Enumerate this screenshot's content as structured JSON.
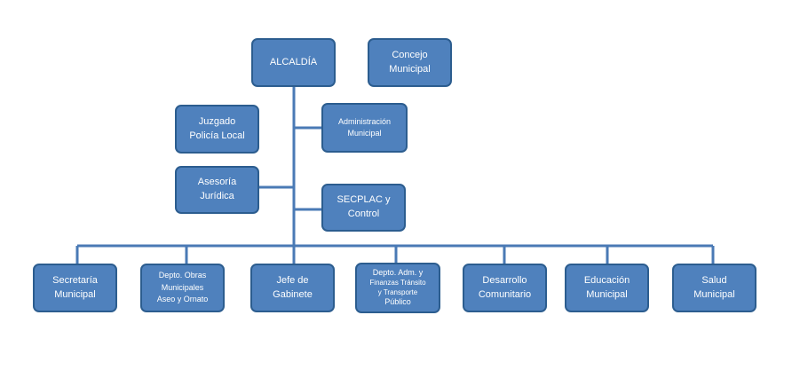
{
  "colors": {
    "box_fill": "#4f81bd",
    "box_border": "#2c5d8f",
    "connector": "#4a7ab5",
    "text": "#ffffff"
  },
  "nodes": {
    "alcaldia": {
      "lines": [
        "ALCALDÍA"
      ]
    },
    "concejo": {
      "lines": [
        "Concejo",
        "Municipal"
      ]
    },
    "juzgado": {
      "lines": [
        "Juzgado",
        "Policía Local"
      ]
    },
    "administracion": {
      "lines": [
        "Administración",
        "Municipal"
      ]
    },
    "asesoria": {
      "lines": [
        "Asesoría",
        "Jurídica"
      ]
    },
    "secplac": {
      "lines": [
        "SECPLAC y",
        "Control"
      ]
    },
    "secretaria": {
      "lines": [
        "Secretaría",
        "Municipal"
      ]
    },
    "obras": {
      "lines": [
        "Depto. Obras",
        "Municipales",
        "Aseo y Ornato"
      ]
    },
    "gabinete": {
      "lines": [
        "Jefe de",
        "Gabinete"
      ]
    },
    "finanzas": {
      "lines": [
        "Depto. Adm. y",
        "Finanzas Tránsito",
        "y Transporte",
        "Público"
      ]
    },
    "desarrollo": {
      "lines": [
        "Desarrollo",
        "Comunitario"
      ]
    },
    "educacion": {
      "lines": [
        "Educación",
        "Municipal"
      ]
    },
    "salud": {
      "lines": [
        "Salud",
        "Municipal"
      ]
    }
  }
}
